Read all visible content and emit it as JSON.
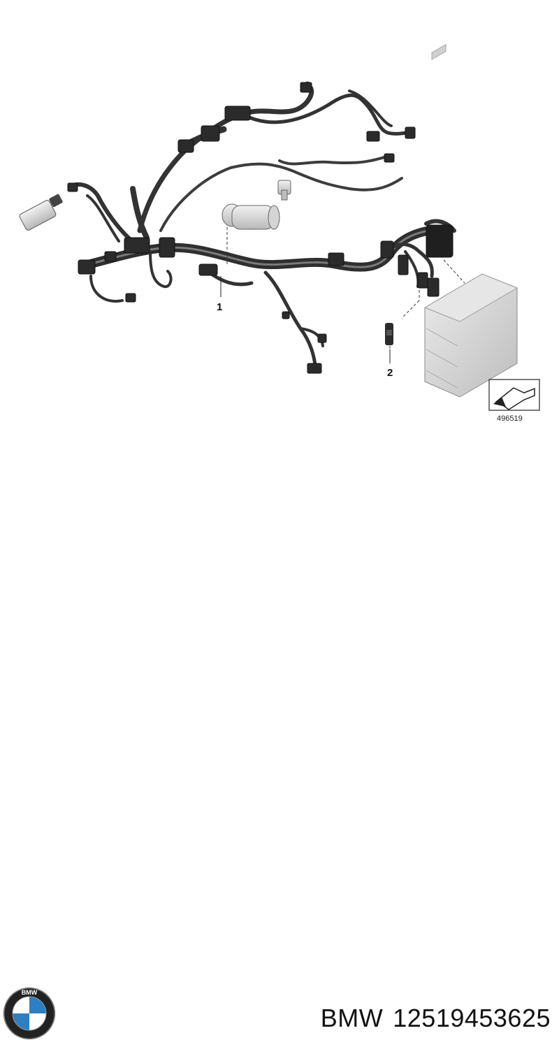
{
  "diagram": {
    "callouts": [
      {
        "label": "1"
      },
      {
        "label": "2"
      }
    ],
    "reference_number": "496519"
  },
  "footer": {
    "brand": "BMW",
    "part_number": "12519453625",
    "logo_text": "BMW"
  },
  "colors": {
    "harness": "#3a3a3a",
    "harness_highlight": "#6a6a6a",
    "connector_gray": "#cfcfcf",
    "ecu_fill": "#d9d9d9",
    "logo_blue": "#2d7fc1",
    "logo_ring": "#111111"
  },
  "icons": [
    "bmw-logo-icon",
    "direction-arrow-icon"
  ]
}
